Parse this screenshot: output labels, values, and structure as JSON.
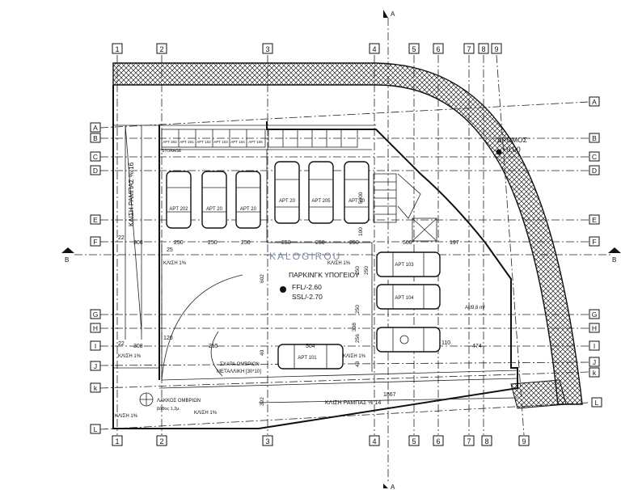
{
  "plan": {
    "section_marker": "A",
    "section_b": "B",
    "title": "ΠΑΡΚΙΝΓΚ ΥΠΟΓΕΙΟΥ",
    "ffl": "FFL/-2.60",
    "ssl": "SSL/-2.70",
    "road_label": "ΔΡΟΜΟΣ",
    "road_level": "+0.00",
    "ramp_left": "ΚΛΙΣΗ ΡΑΜΠΑΣ % 16",
    "ramp_bottom": "ΚΛΙΣΗ ΡΑΜΠΑΣ % 14",
    "watermark": "KALOGIROU",
    "slope_1": "ΚΛΙΣΗ 1%",
    "slope_2": "ΚΛΙΣΗ 1%",
    "slope_3": "ΚΛΙΣΗ 1%",
    "slope_4": "ΚΛΙΣΗ 1%",
    "slope_5": "ΚΛΙΣΗ 1%",
    "slope_6": "ΚΛΙΣΗ 1%",
    "grate": "ΣΧΑΡΑ ΟΜΒΡΙΩΝ",
    "grate_2": "ΜΕΤΑΛΛΙΚΗ [30*10]",
    "tank": "ΛΑΚΚΟΣ ΟΜΒΡΙΩΝ",
    "tank_depth": "βάθος 1,2μ.",
    "storage": "STORAGE",
    "area_note": "Aεl9,8 m²",
    "cars_top": [
      "APT 202",
      "APT 20",
      "APT 20",
      "APT 20",
      "APT 205",
      "APT 10"
    ],
    "cars_right": [
      "APT 103",
      "APT 104",
      ""
    ],
    "car_bottom": "APT 101",
    "storage_units": [
      "APT 202",
      "APT 201",
      "APT 102",
      "APT 103",
      "APT 104",
      "APT 105"
    ],
    "dims": {
      "d22a": "22",
      "d308a": "308",
      "d25": "25",
      "d250a": "250",
      "d250b": "250",
      "d250c": "250",
      "d250d": "250",
      "d250e": "250",
      "d250f": "250",
      "d100": "100",
      "d500": "500",
      "d197": "197",
      "d602": "602",
      "d22b": "22",
      "d308b": "308",
      "d120": "120",
      "d255": "255",
      "d40": "40",
      "d504": "504",
      "d474": "474",
      "d110": "110",
      "d1867": "1867",
      "d392": "392",
      "d5000": "5000",
      "d250v1": "250",
      "d250v2": "250",
      "d250v3": "250",
      "d308v": "308",
      "d256": "256",
      "d48": "48"
    }
  },
  "gridlines": {
    "columns": [
      "1",
      "2",
      "3",
      "4",
      "5",
      "6",
      "7",
      "8",
      "9"
    ],
    "rows": [
      "A",
      "B",
      "C",
      "D",
      "E",
      "F",
      "G",
      "H",
      "I",
      "J",
      "k",
      "L"
    ]
  }
}
